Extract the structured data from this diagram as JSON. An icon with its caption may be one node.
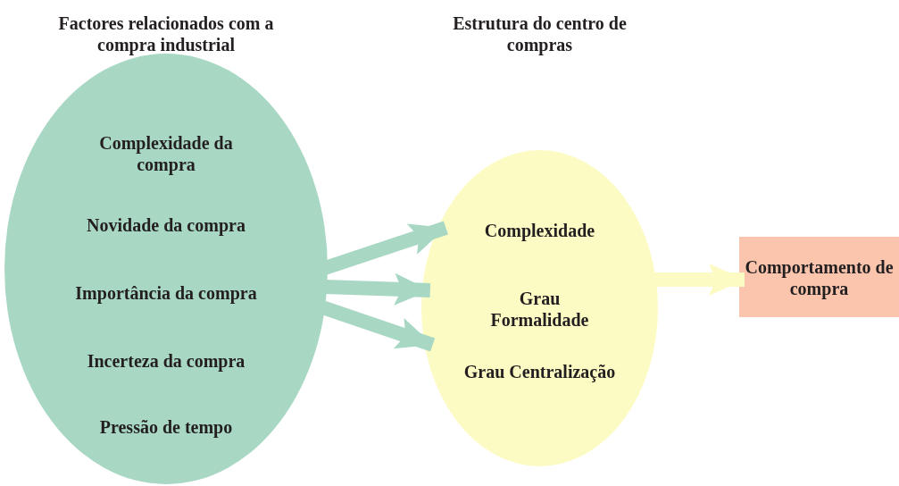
{
  "diagram": {
    "nodes": [
      {
        "text": [
          "Factores relacionados com a compra industrial",
          "Complexidade da compra",
          "Novidade da compra",
          "Importância da compra",
          "Incerteza da compra",
          "Pressão de tempo"
        ]
      },
      {
        "text": [
          "Complexidade",
          "Grau Formalidade",
          "Grau Centralização"
        ]
      },
      {
        "text": [
          "Comportamento de compra"
        ]
      }
    ],
    "edges": [
      {
        "from": 0,
        "to": 1,
        "arrow": "to",
        "color": "#a8d8c4"
      },
      {
        "from": 0,
        "to": 1,
        "arrow": "to",
        "color": "#a8d8c4"
      },
      {
        "from": 0,
        "to": 1,
        "arrow": "to",
        "color": "#a8d8c4"
      },
      {
        "from": 1,
        "to": 2,
        "arrow": "to",
        "color": "#fdfbc4"
      }
    ],
    "labels": [
      "Estrutura do centro de compras"
    ]
  }
}
